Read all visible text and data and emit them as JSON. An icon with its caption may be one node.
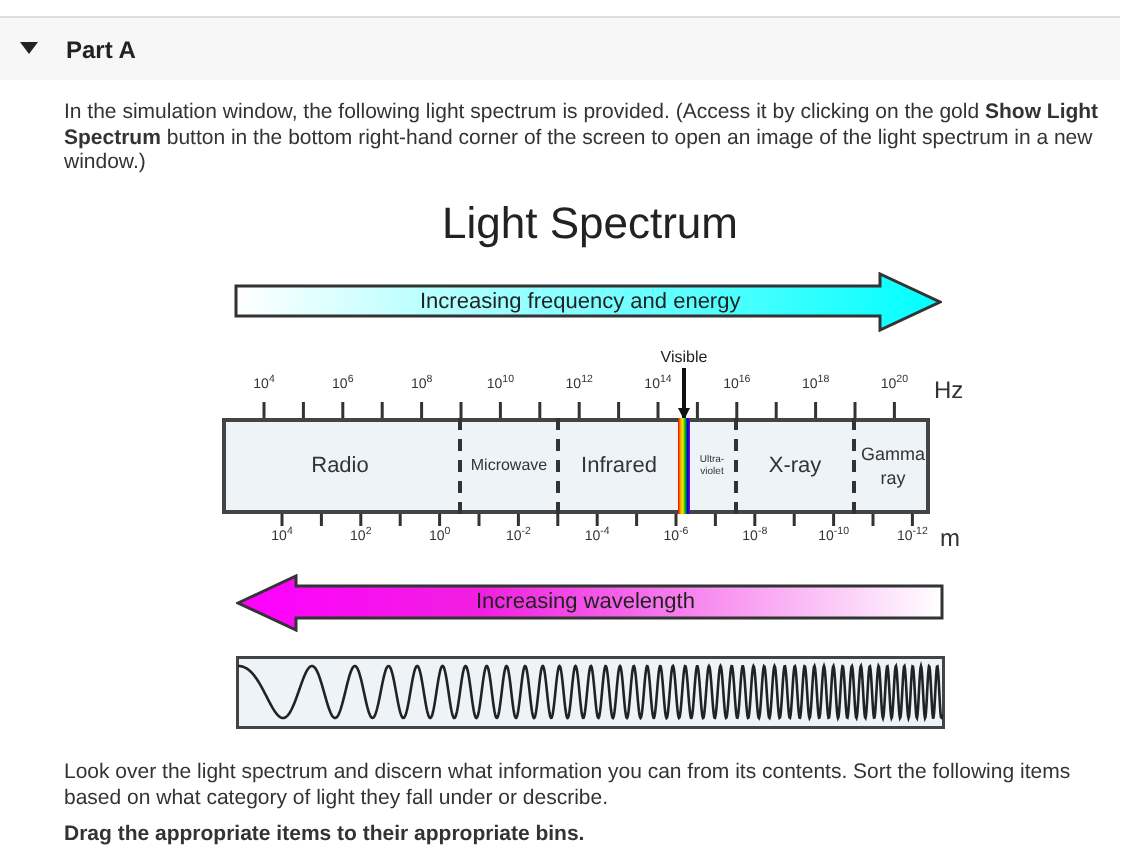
{
  "diagram": {
    "title": "Light Spectrum",
    "nodes": [
      {
        "text": [
          "Increasing frequency and energy"
        ]
      },
      {
        "text": [],
        "shape": "bar"
      },
      {
        "text": [
          "Radio"
        ],
        "in": 1
      },
      {
        "text": [
          "Microwave"
        ],
        "in": 1
      },
      {
        "text": [
          "Infrared"
        ],
        "in": 1
      },
      {
        "text": [],
        "shape": "bar",
        "in": 1
      },
      {
        "text": [
          "Ultra-violet"
        ],
        "in": 1
      },
      {
        "text": [
          "X-ray"
        ],
        "in": 1
      },
      {
        "text": [
          "Gamma ray"
        ],
        "in": 1
      },
      {
        "text": [
          "Visible"
        ]
      },
      {
        "text": [
          "Increasing wavelength"
        ]
      }
    ],
    "edges": [
      {
        "from": 9,
        "to": 5,
        "arrow": "to"
      }
    ],
    "labels": [
      "Part A",
      "In the simulation window, the following light spectrum is provided. (Access it by clicking on the gold **Show Light Spectrum** button in the bottom right-hand corner of the screen to open an image of the light spectrum in a new window.)",
      "10$^{4}$",
      "10$^{6}$",
      "10$^{8}$",
      "10$^{10}$",
      "10$^{12}$",
      "10$^{14}$",
      "10$^{16}$",
      "10$^{18}$",
      "10$^{20}$",
      "Hz",
      "10$^{4}$",
      "10$^{2}$",
      "10$^{0}$",
      "10$^{-2}$",
      "10$^{-4}$",
      "10$^{-6}$",
      "10$^{-8}$",
      "10$^{-10}$",
      "10$^{-12}$",
      "m",
      "Look over the light spectrum and discern what information you can from its contents. Sort the following items based on what category of light they fall under or describe.",
      "Drag the appropriate items to their appropriate bins."
    ]
  }
}
